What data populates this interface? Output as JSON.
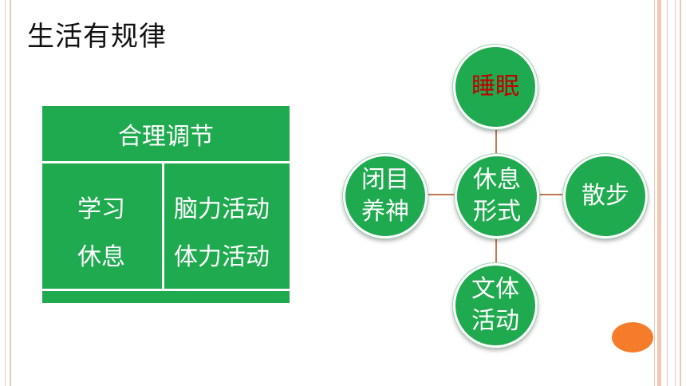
{
  "slide": {
    "title": "生活有规律",
    "table": {
      "header": "合理调节",
      "left_items": [
        "学习",
        "休息"
      ],
      "right_items": [
        "脑力活动",
        "体力活动"
      ]
    },
    "diagram": {
      "center": "休息\n形式",
      "top": "睡眠",
      "left": "闭目\n养神",
      "right": "散步",
      "bottom": "文体\n活动"
    },
    "colors": {
      "green": "#1faa4f",
      "highlight_text": "#c00000",
      "connector": "#c07a52",
      "accent_dot": "#f57c2a",
      "frame_stripes": "#f4c6b1"
    }
  }
}
